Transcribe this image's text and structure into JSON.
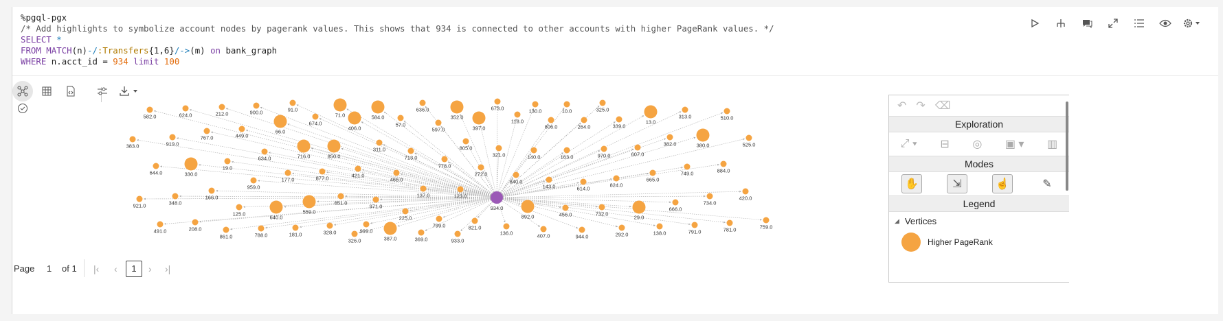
{
  "cell": {
    "code": {
      "line1": "%pgql-pgx",
      "line2": "/* Add highlights to symbolize account nodes by pagerank values. This shows that 934 is connected to other accounts with higher PageRank values. */",
      "select_kw": "SELECT",
      "select_star": " *",
      "from_kw": "FROM",
      "match_kw": " MATCH",
      "match_n": "(n)",
      "arrow1": "-/",
      "transfers": ":Transfers",
      "quant": "{1,6}",
      "arrow2": "/->",
      "match_m": "(m) ",
      "on_kw": "on",
      "graph_name": " bank_graph",
      "where_kw": "WHERE",
      "where_expr": " n.acct_id = ",
      "where_val": "934",
      "limit_kw": " limit",
      "limit_val": " 100"
    },
    "toolbar_icons": [
      "run-icon",
      "graph-view-icon",
      "comments-icon",
      "expand-icon",
      "list-icon",
      "visibility-icon",
      "settings-icon"
    ]
  },
  "graph": {
    "center": {
      "label": "934.0",
      "color": "#9b59b6"
    },
    "node_color": "#f5a442",
    "nodes": [
      {
        "l": "582.0",
        "s": "s"
      },
      {
        "l": "624.0",
        "s": "s"
      },
      {
        "l": "212.0",
        "s": "s"
      },
      {
        "l": "900.0",
        "s": "s"
      },
      {
        "l": "91.0",
        "s": "s"
      },
      {
        "l": "71.0",
        "s": "l"
      },
      {
        "l": "636.0",
        "s": "s"
      },
      {
        "l": "673.0",
        "s": "s"
      },
      {
        "l": "130.0",
        "s": "s"
      },
      {
        "l": "10.0",
        "s": "s"
      },
      {
        "l": "325.0",
        "s": "s"
      },
      {
        "l": "313.0",
        "s": "s"
      },
      {
        "l": "510.0",
        "s": "s"
      },
      {
        "l": "66.0",
        "s": "l"
      },
      {
        "l": "674.0",
        "s": "s"
      },
      {
        "l": "406.0",
        "s": "l"
      },
      {
        "l": "584.0",
        "s": "l"
      },
      {
        "l": "57.0",
        "s": "s"
      },
      {
        "l": "352.0",
        "s": "l"
      },
      {
        "l": "397.0",
        "s": "l"
      },
      {
        "l": "118.0",
        "s": "s"
      },
      {
        "l": "806.0",
        "s": "s"
      },
      {
        "l": "264.0",
        "s": "s"
      },
      {
        "l": "339.0",
        "s": "s"
      },
      {
        "l": "13.0",
        "s": "l"
      },
      {
        "l": "383.0",
        "s": "s"
      },
      {
        "l": "767.0",
        "s": "s"
      },
      {
        "l": "449.0",
        "s": "s"
      },
      {
        "l": "597.0",
        "s": "s"
      },
      {
        "l": "382.0",
        "s": "s"
      },
      {
        "l": "380.0",
        "s": "l"
      },
      {
        "l": "525.0",
        "s": "s"
      },
      {
        "l": "919.0",
        "s": "s"
      },
      {
        "l": "634.0",
        "s": "s"
      },
      {
        "l": "716.0",
        "s": "l"
      },
      {
        "l": "850.0",
        "s": "l"
      },
      {
        "l": "311.0",
        "s": "s"
      },
      {
        "l": "805.0",
        "s": "s"
      },
      {
        "l": "321.0",
        "s": "s"
      },
      {
        "l": "140.0",
        "s": "s"
      },
      {
        "l": "163.0",
        "s": "s"
      },
      {
        "l": "970.0",
        "s": "s"
      },
      {
        "l": "607.0",
        "s": "s"
      },
      {
        "l": "644.0",
        "s": "s"
      },
      {
        "l": "330.0",
        "s": "l"
      },
      {
        "l": "19.0",
        "s": "s"
      },
      {
        "l": "713.0",
        "s": "s"
      },
      {
        "l": "778.0",
        "s": "s"
      },
      {
        "l": "272.0",
        "s": "s"
      },
      {
        "l": "749.0",
        "s": "s"
      },
      {
        "l": "884.0",
        "s": "s"
      },
      {
        "l": "177.0",
        "s": "s"
      },
      {
        "l": "877.0",
        "s": "s"
      },
      {
        "l": "421.0",
        "s": "s"
      },
      {
        "l": "466.0",
        "s": "s"
      },
      {
        "l": "840.0",
        "s": "s"
      },
      {
        "l": "143.0",
        "s": "s"
      },
      {
        "l": "614.0",
        "s": "s"
      },
      {
        "l": "824.0",
        "s": "s"
      },
      {
        "l": "665.0",
        "s": "s"
      },
      {
        "l": "959.0",
        "s": "s"
      },
      {
        "l": "137.0",
        "s": "s"
      },
      {
        "l": "123.0",
        "s": "s"
      },
      {
        "l": "420.0",
        "s": "s"
      },
      {
        "l": "921.0",
        "s": "s"
      },
      {
        "l": "348.0",
        "s": "s"
      },
      {
        "l": "166.0",
        "s": "s"
      },
      {
        "l": "651.0",
        "s": "s"
      },
      {
        "l": "734.0",
        "s": "s"
      },
      {
        "l": "125.0",
        "s": "s"
      },
      {
        "l": "640.0",
        "s": "l"
      },
      {
        "l": "559.0",
        "s": "l"
      },
      {
        "l": "971.0",
        "s": "s"
      },
      {
        "l": "892.0",
        "s": "l"
      },
      {
        "l": "456.0",
        "s": "s"
      },
      {
        "l": "732.0",
        "s": "s"
      },
      {
        "l": "29.0",
        "s": "l"
      },
      {
        "l": "666.0",
        "s": "s"
      },
      {
        "l": "225.0",
        "s": "s"
      },
      {
        "l": "759.0",
        "s": "s"
      },
      {
        "l": "781.0",
        "s": "s"
      },
      {
        "l": "491.0",
        "s": "s"
      },
      {
        "l": "208.0",
        "s": "s"
      },
      {
        "l": "181.0",
        "s": "s"
      },
      {
        "l": "328.0",
        "s": "s"
      },
      {
        "l": "999.0",
        "s": "s"
      },
      {
        "l": "387.0",
        "s": "l"
      },
      {
        "l": "799.0",
        "s": "s"
      },
      {
        "l": "821.0",
        "s": "s"
      },
      {
        "l": "136.0",
        "s": "s"
      },
      {
        "l": "407.0",
        "s": "s"
      },
      {
        "l": "944.0",
        "s": "s"
      },
      {
        "l": "292.0",
        "s": "s"
      },
      {
        "l": "138.0",
        "s": "s"
      },
      {
        "l": "791.0",
        "s": "s"
      },
      {
        "l": "861.0",
        "s": "s"
      },
      {
        "l": "788.0",
        "s": "s"
      },
      {
        "l": "326.0",
        "s": "s"
      },
      {
        "l": "369.0",
        "s": "s"
      },
      {
        "l": "933.0",
        "s": "s"
      }
    ]
  },
  "panel": {
    "exploration": "Exploration",
    "modes": "Modes",
    "legend": "Legend",
    "vertices": "Vertices",
    "legend_item": "Higher PageRank"
  },
  "pager": {
    "page_label": "Page",
    "page_value": "1",
    "of_label": "of 1",
    "current": "1"
  }
}
